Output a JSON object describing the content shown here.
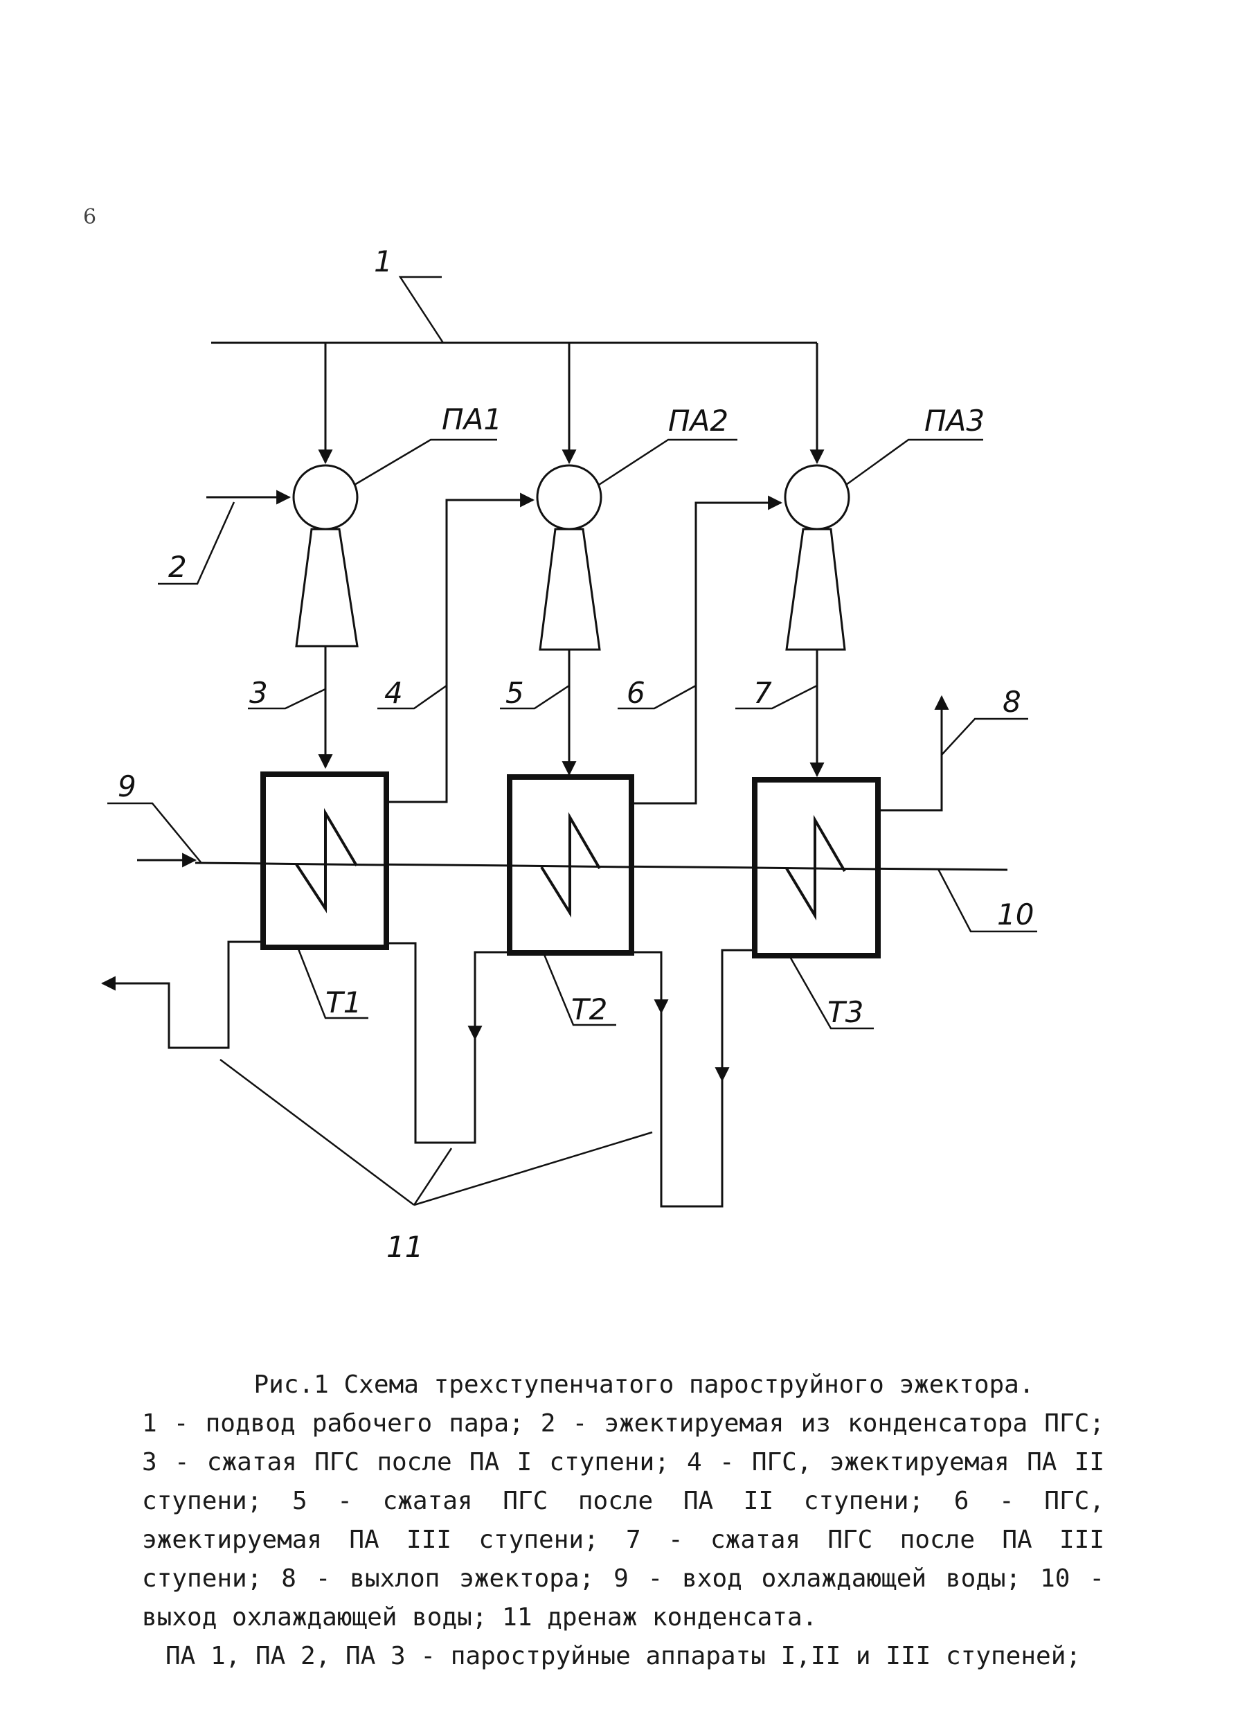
{
  "page_number": "6",
  "labels": {
    "l1": "1",
    "l2": "2",
    "l3": "3",
    "l4": "4",
    "l5": "5",
    "l6": "6",
    "l7": "7",
    "l8": "8",
    "l9": "9",
    "l10": "10",
    "l11": "11",
    "pa1": "ПА1",
    "pa2": "ПА2",
    "pa3": "ПА3",
    "t1": "Т1",
    "t2": "Т2",
    "t3": "Т3"
  },
  "caption": {
    "title": "Рис.1 Схема трехступенчатого пароструйного эжектора.",
    "body": "1 - подвод рабочего пара; 2 - эжектируемая из конденсатора ПГС; 3 - сжатая ПГС после ПА I ступени; 4 - ПГС, эжектируемая ПА II ступени; 5 - сжатая ПГС после ПА II ступени; 6 - ПГС, эжектируемая ПА III ступени; 7 - сжатая ПГС после ПА III ступени; 8 - выхлоп эжектора; 9 - вход охлаждающей воды; 10 - выход охлаждающей воды; 11 дренаж конденсата.",
    "footer": "ПА 1, ПА 2, ПА 3 - пароструйные аппараты I,II и III ступеней;"
  }
}
